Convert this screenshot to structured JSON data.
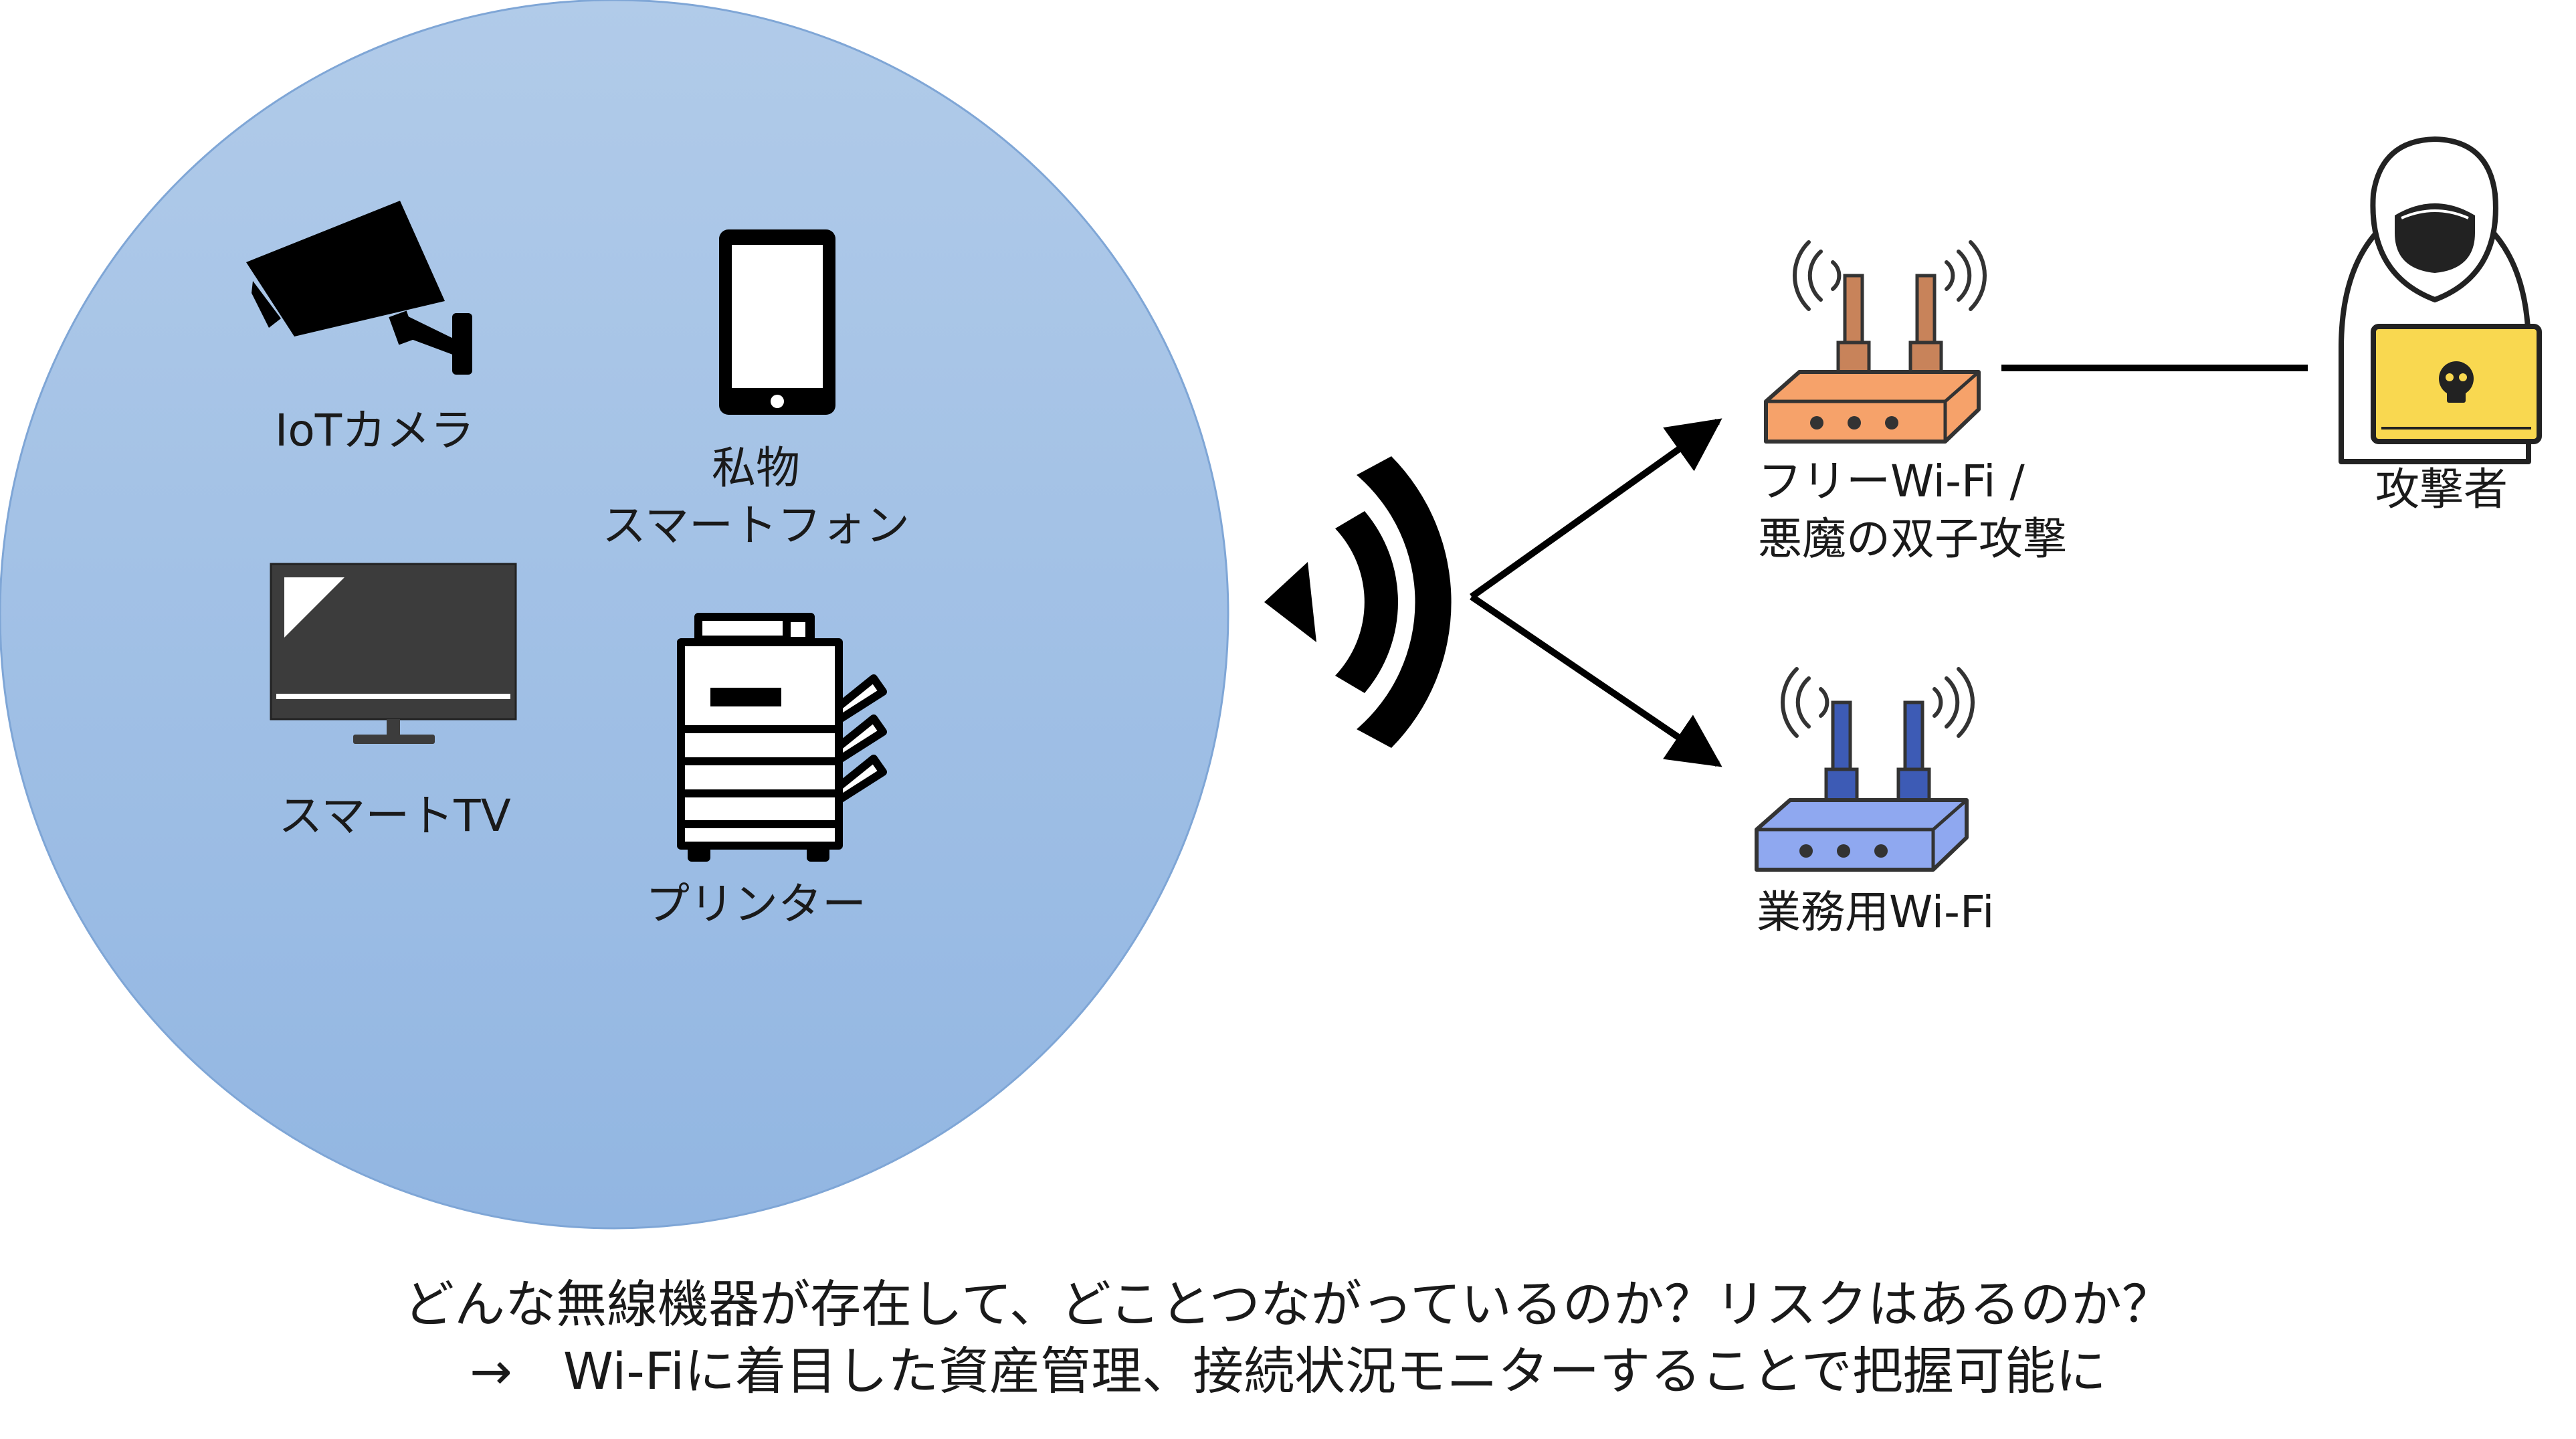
{
  "devices": {
    "iot_camera": "IoTカメラ",
    "phone_line1": "私物",
    "phone_line2": "スマートフォン",
    "smart_tv": "スマートTV",
    "printer": "プリンター"
  },
  "access_points": {
    "rogue_line1": "フリーWi-Fi /",
    "rogue_line2": "悪魔の双子攻撃",
    "business": "業務用Wi-Fi"
  },
  "attacker": "攻撃者",
  "caption": {
    "line1": "どんな無線機器が存在して、どことつながっているのか？リスクはあるのか？",
    "line2": "→　Wi-Fiに着目した資産管理、接続状況モニターすることで把握可能に"
  },
  "colors": {
    "device_zone": "#9bbbe3",
    "rogue_router": "#f6a26a",
    "business_router": "#8fa8f0",
    "attacker_laptop": "#f9d850",
    "icon": "#000000"
  }
}
